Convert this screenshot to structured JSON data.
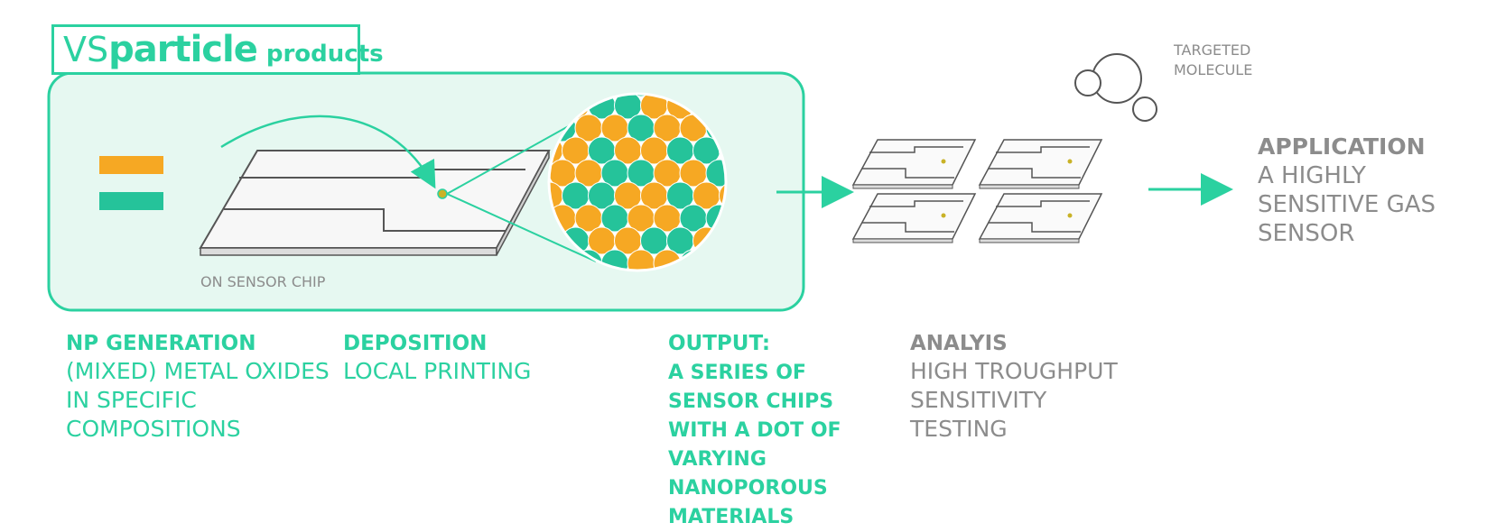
{
  "brand": {
    "vs": "VS",
    "particle": "particle",
    "products": "products"
  },
  "chip_label": "ON SENSOR CHIP",
  "molecule_label": "TARGETED MOLECULE",
  "steps": [
    {
      "title": "NP GENERATION",
      "body": "(MIXED) METAL OXIDES IN SPECIFIC COMPOSITIONS"
    },
    {
      "title": "DEPOSITION",
      "body": "LOCAL PRINTING"
    },
    {
      "title": "OUTPUT:",
      "body": "A SERIES OF SENSOR CHIPS WITH A DOT OF VARYING NANOPOROUS MATERIALS"
    },
    {
      "title": "ANALYIS",
      "body": "HIGH TROUGHPUT SENSITIVITY TESTING"
    }
  ],
  "application": {
    "title": "APPLICATION",
    "body": "A HIGHLY SENSITIVE GAS SENSOR"
  },
  "colors": {
    "accent": "#2bd1a0",
    "panel": "#e6f8f1",
    "orange": "#f6a823",
    "teal": "#25c39a",
    "grey": "#8c8c8c"
  }
}
